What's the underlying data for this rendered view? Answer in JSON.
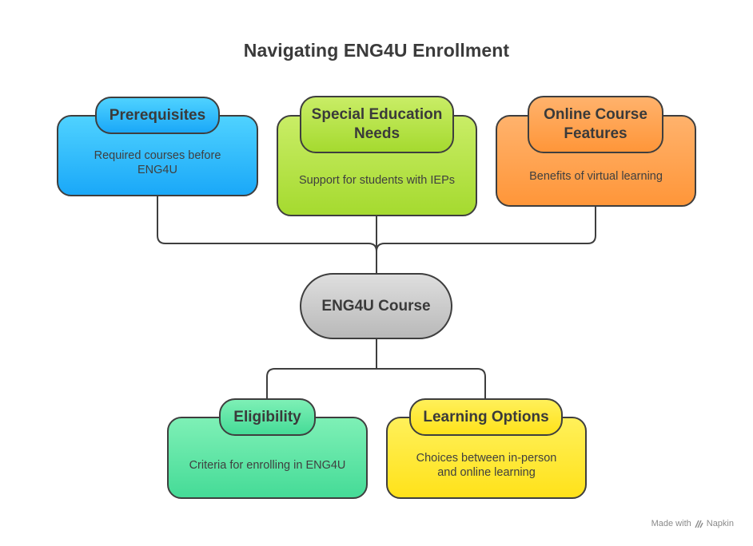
{
  "title": "Navigating ENG4U Enrollment",
  "center": {
    "label": "ENG4U Course"
  },
  "top_nodes": [
    {
      "label": "Prerequisites",
      "description": "Required courses before ENG4U",
      "color": "#29b6f6"
    },
    {
      "label": "Special Education Needs",
      "description": "Support for students with IEPs",
      "color": "#b5e34a"
    },
    {
      "label": "Online Course Features",
      "description": "Benefits of virtual learning",
      "color": "#ffa24f"
    }
  ],
  "bottom_nodes": [
    {
      "label": "Eligibility",
      "description": "Criteria for enrolling in ENG4U",
      "color": "#5ee6a6"
    },
    {
      "label": "Learning Options",
      "description": "Choices between in-person and online learning",
      "color": "#ffe833"
    }
  ],
  "footer": {
    "made_with": "Made with",
    "brand": "Napkin",
    "icon": "napkin-logo-icon"
  }
}
